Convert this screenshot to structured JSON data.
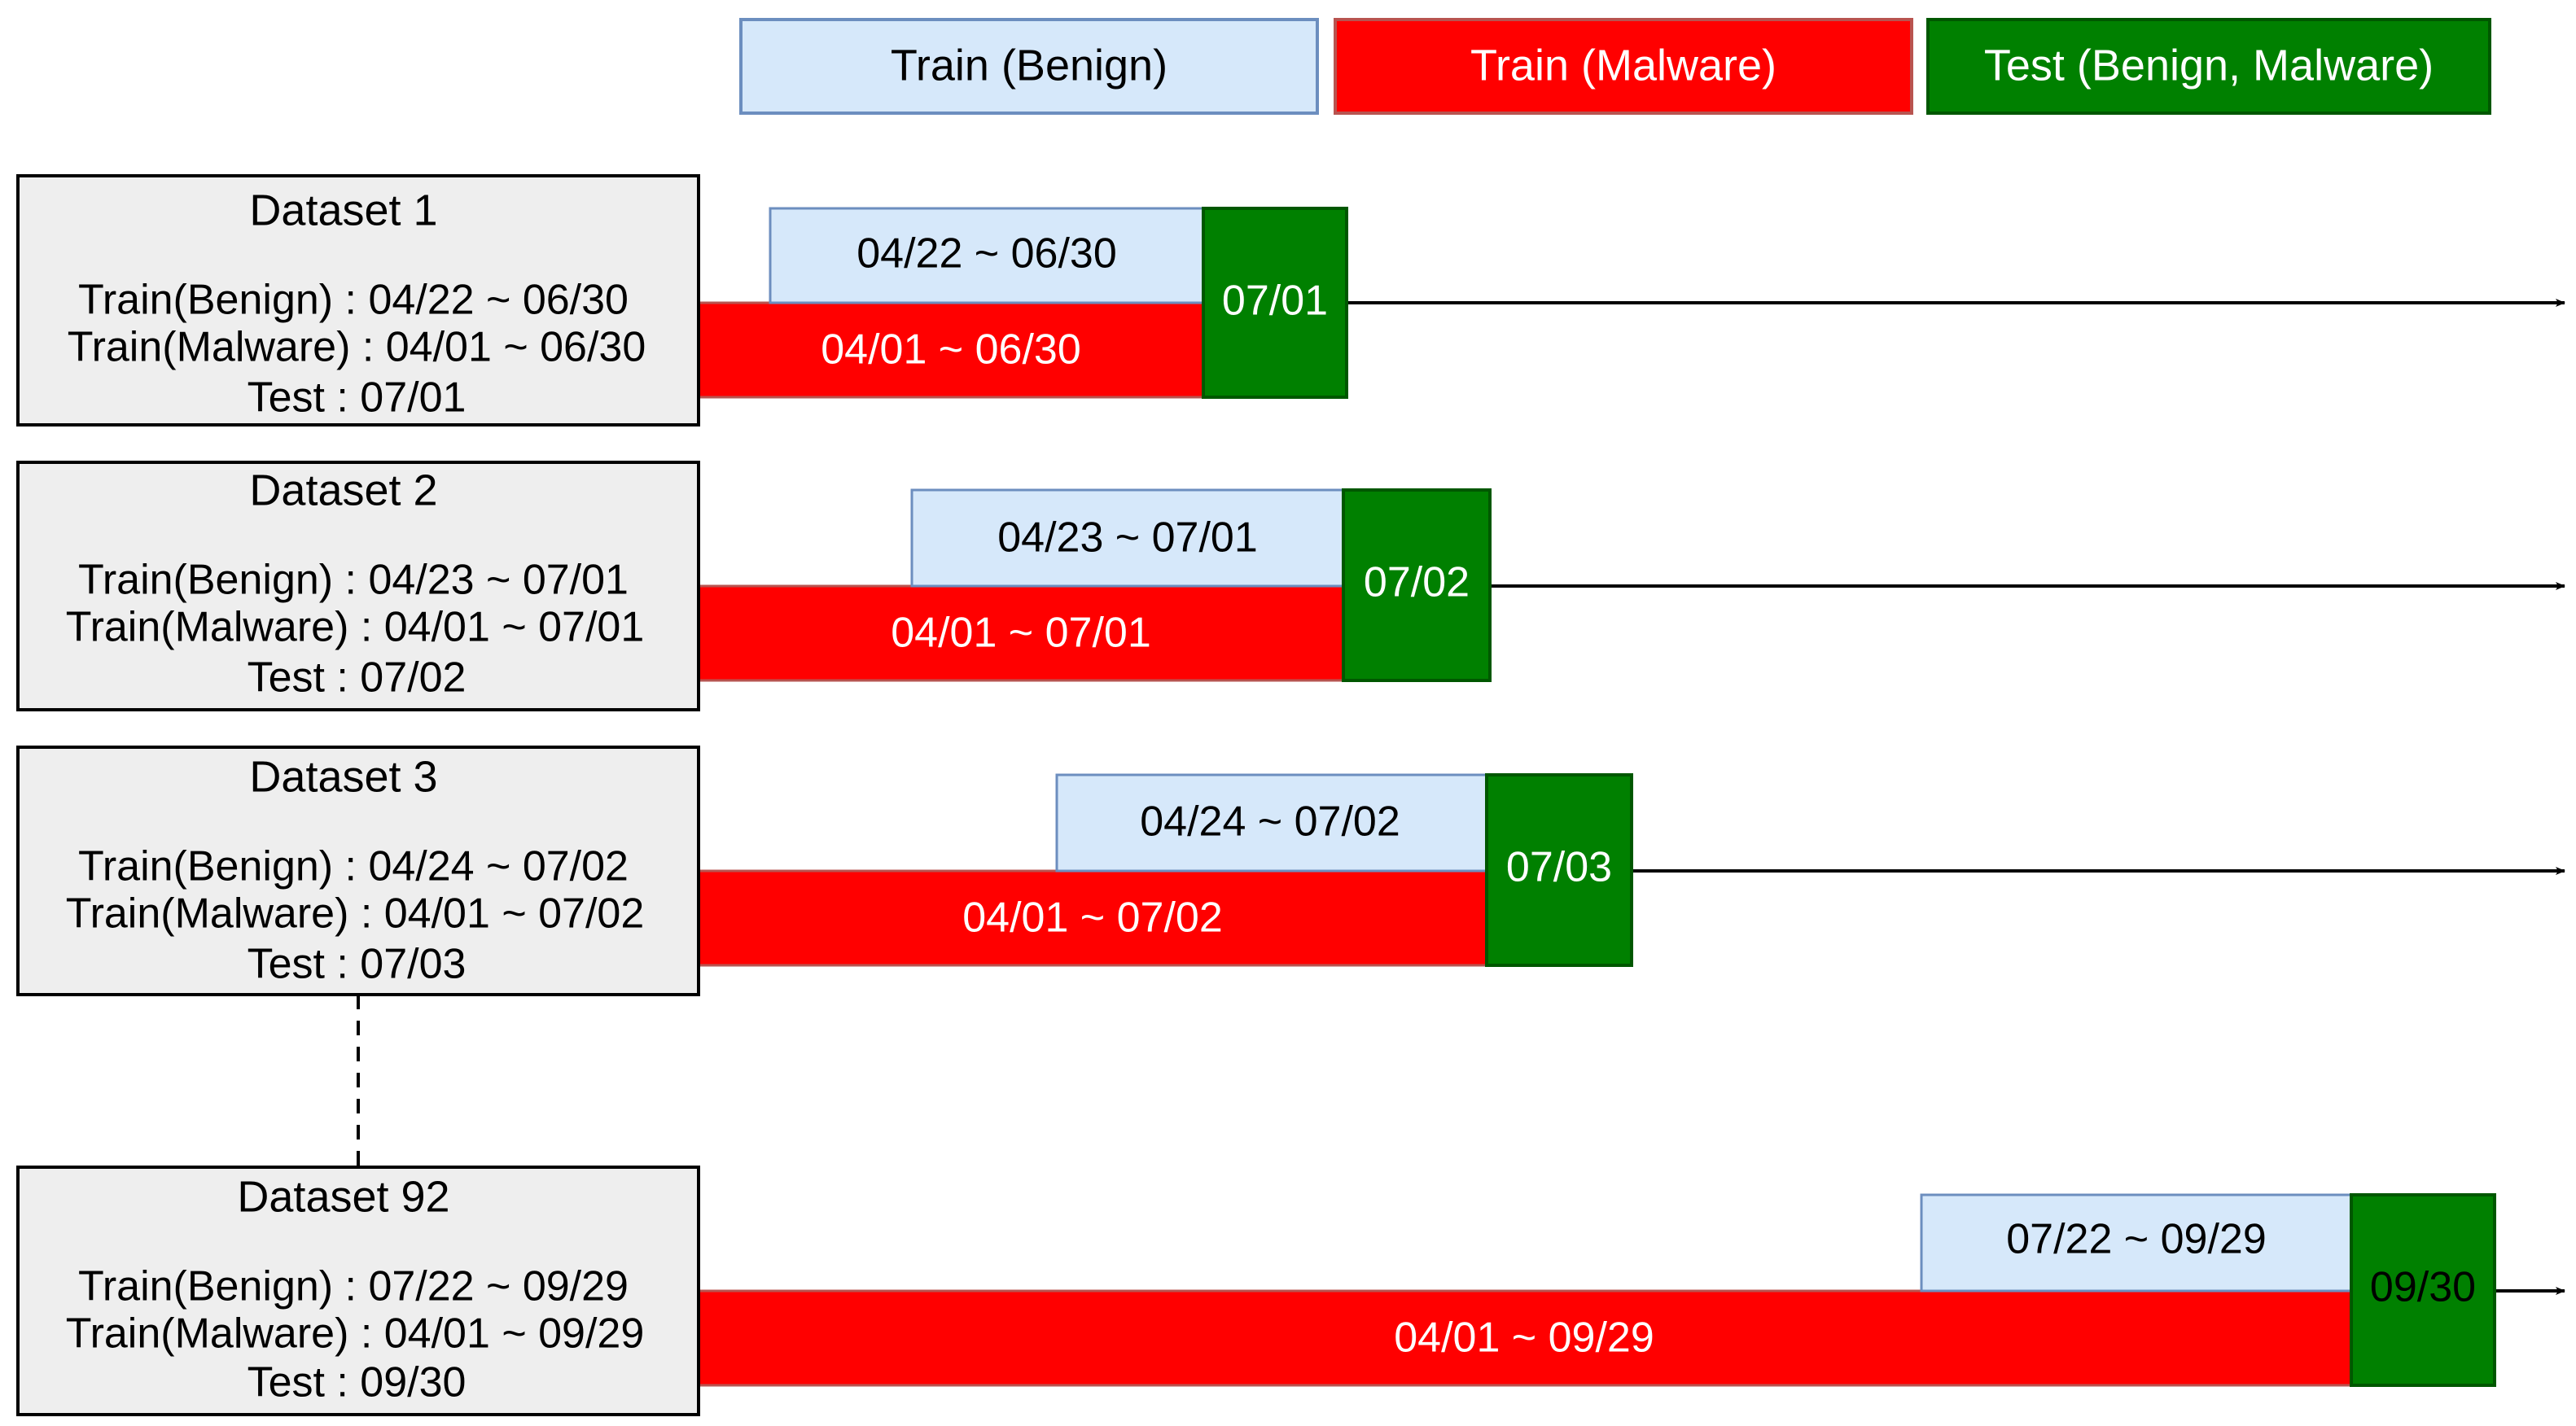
{
  "legend": [
    {
      "label": "Train (Benign)",
      "fill": "#d6e8fa",
      "stroke": "#6c8ebf",
      "text_color": "#000000"
    },
    {
      "label": "Train (Malware)",
      "fill": "#ff0000",
      "stroke": "#b85450",
      "text_color": "#ffffff"
    },
    {
      "label": "Test (Benign, Malware)",
      "fill": "#008000",
      "stroke": "#005700",
      "text_color": "#ffffff"
    }
  ],
  "datasets": [
    {
      "title": "Dataset 1",
      "train_benign_line": "Train(Benign) : 04/22 ~ 06/30",
      "train_malware_line": "Train(Malware) : 04/01 ~ 06/30",
      "test_line": "Test : 07/01",
      "benign_range": "04/22 ~ 06/30",
      "malware_range": "04/01 ~ 06/30",
      "test_date": "07/01"
    },
    {
      "title": "Dataset 2",
      "train_benign_line": "Train(Benign) : 04/23 ~ 07/01",
      "train_malware_line": "Train(Malware) : 04/01 ~ 07/01",
      "test_line": "Test : 07/02",
      "benign_range": "04/23 ~ 07/01",
      "malware_range": "04/01 ~ 07/01",
      "test_date": "07/02"
    },
    {
      "title": "Dataset 3",
      "train_benign_line": "Train(Benign) : 04/24 ~ 07/02",
      "train_malware_line": "Train(Malware) : 04/01 ~ 07/02",
      "test_line": "Test : 07/03",
      "benign_range": "04/24 ~ 07/02",
      "malware_range": "04/01 ~ 07/02",
      "test_date": "07/03"
    },
    {
      "title": "Dataset 92",
      "train_benign_line": "Train(Benign) : 07/22 ~ 09/29",
      "train_malware_line": "Train(Malware) : 04/01 ~ 09/29",
      "test_line": "Test : 09/30",
      "benign_range": "07/22 ~ 09/29",
      "malware_range": "04/01 ~ 09/29",
      "test_date": "09/30"
    }
  ],
  "colors": {
    "info_box_fill": "#eeeeee",
    "info_box_stroke": "#000000",
    "timeline": "#000000"
  }
}
